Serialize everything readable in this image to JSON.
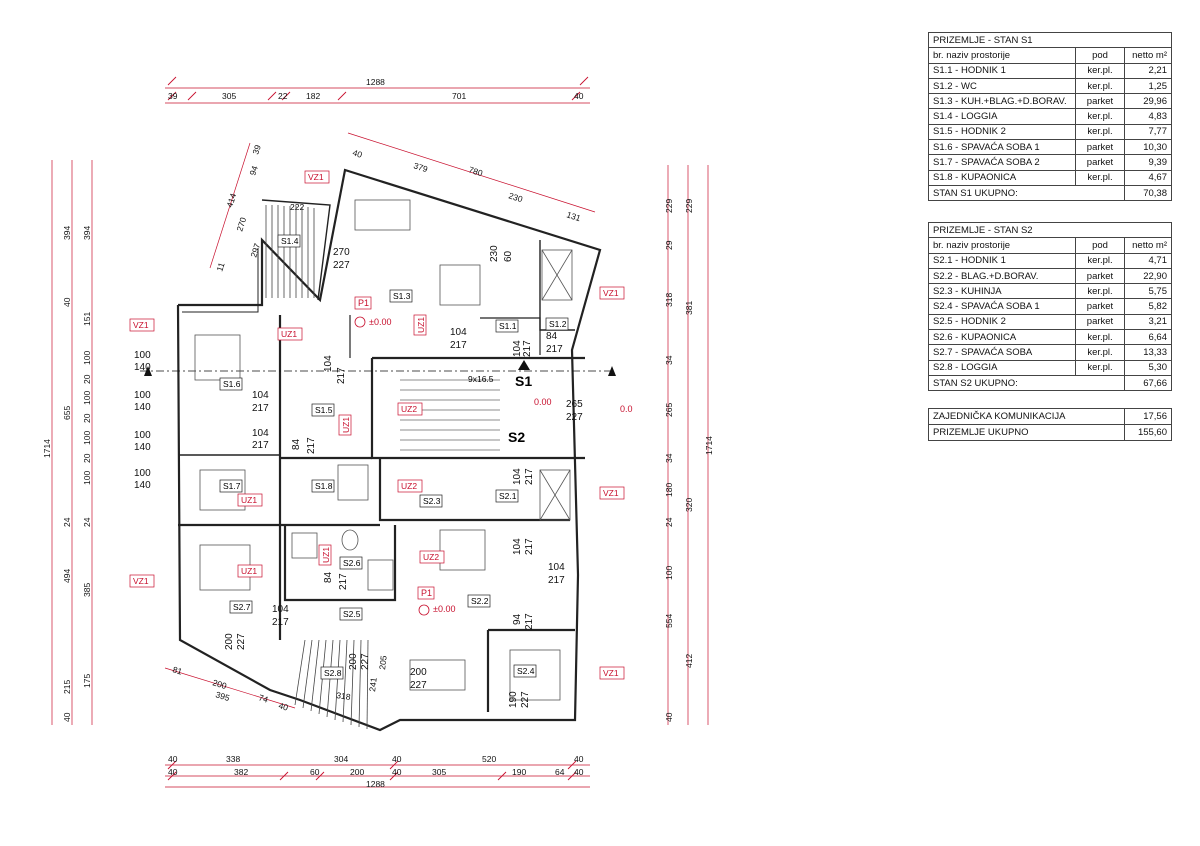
{
  "s1": {
    "title": "PRIZEMLJE - STAN S1",
    "headers": [
      "br.  naziv prostorije",
      "pod",
      "netto m²"
    ],
    "rows": [
      [
        "S1.1 - HODNIK 1",
        "ker.pl.",
        "2,21"
      ],
      [
        "S1.2 - WC",
        "ker.pl.",
        "1,25"
      ],
      [
        "S1.3 - KUH.+BLAG.+D.BORAV.",
        "parket",
        "29,96"
      ],
      [
        "S1.4 - LOGGIA",
        "ker.pl.",
        "4,83"
      ],
      [
        "S1.5 - HODNIK 2",
        "ker.pl.",
        "7,77"
      ],
      [
        "S1.6 - SPAVAĆA SOBA 1",
        "parket",
        "10,30"
      ],
      [
        "S1.7 - SPAVAĆA SOBA 2",
        "parket",
        "9,39"
      ],
      [
        "S1.8 - KUPAONICA",
        "ker.pl.",
        "4,67"
      ]
    ],
    "total_label": "STAN S1  UKUPNO:",
    "total_value": "70,38"
  },
  "s2": {
    "title": "PRIZEMLJE - STAN S2",
    "headers": [
      "br.  naziv prostorije",
      "pod",
      "netto m²"
    ],
    "rows": [
      [
        "S2.1 - HODNIK 1",
        "ker.pl.",
        "4,71"
      ],
      [
        "S2.2 - BLAG.+D.BORAV.",
        "parket",
        "22,90"
      ],
      [
        "S2.3 - KUHINJA",
        "ker.pl.",
        "5,75"
      ],
      [
        "S2.4 - SPAVAĆA SOBA 1",
        "parket",
        "5,82"
      ],
      [
        "S2.5 - HODNIK 2",
        "parket",
        "3,21"
      ],
      [
        "S2.6 - KUPAONICA",
        "ker.pl.",
        "6,64"
      ],
      [
        "S2.7 - SPAVAĆA SOBA",
        "ker.pl.",
        "13,33"
      ],
      [
        "S2.8 - LOGGIA",
        "ker.pl.",
        "5,30"
      ]
    ],
    "total_label": "STAN S2  UKUPNO:",
    "total_value": "67,66"
  },
  "totals": {
    "communal_label": "ZAJEDNIČKA KOMUNIKACIJA",
    "communal_value": "17,56",
    "floor_label": "PRIZEMLJE  UKUPNO",
    "floor_value": "155,60"
  },
  "plan": {
    "apartments": {
      "s1": "S1",
      "s2": "S2"
    },
    "rooms": {
      "s1_1": "S1.1",
      "s1_2": "S1.2",
      "s1_3": "S1.3",
      "s1_4": "S1.4",
      "s1_5": "S1.5",
      "s1_6": "S1.6",
      "s1_7": "S1.7",
      "s1_8": "S1.8",
      "s2_1": "S2.1",
      "s2_2": "S2.2",
      "s2_3": "S2.3",
      "s2_4": "S2.4",
      "s2_5": "S2.5",
      "s2_6": "S2.6",
      "s2_7": "S2.7",
      "s2_8": "S2.8"
    },
    "stair": "9x16.5",
    "level_markers": {
      "p1_label": "P1",
      "level": "±0.00",
      "level_s2": "±0.00",
      "level_entry": "0.00",
      "level_right": "0.0"
    },
    "window_tags": {
      "vz1": "VZ1",
      "uz1": "UZ1",
      "uz2": "UZ2"
    },
    "top_dims": {
      "overall": "1288",
      "a": "39",
      "b": "305",
      "c": "22",
      "d": "182",
      "e": "701",
      "f": "40"
    },
    "bottom_dims_1": {
      "a": "40",
      "b": "338",
      "c": "304",
      "d": "40",
      "e": "520",
      "f": "40"
    },
    "bottom_dims_2": {
      "a": "40",
      "b": "382",
      "c": "60",
      "d": "200",
      "e": "40",
      "f": "305",
      "g": "190",
      "h": "64",
      "i": "40"
    },
    "bottom_overall": "1288",
    "left_dims_outer": {
      "overall": "1714"
    },
    "left_dims_a": {
      "a": "394",
      "b": "40",
      "c": "655",
      "d": "24",
      "e": "494",
      "f": "215",
      "g": "40"
    },
    "left_dims_b": {
      "a": "394",
      "b": "151",
      "c": "100",
      "d": "20",
      "e": "100",
      "f": "20",
      "g": "100",
      "h": "20",
      "i": "100",
      "j": "24",
      "k": "385",
      "l": "175"
    },
    "right_dims_a": {
      "a": "229",
      "b": "29",
      "c": "318",
      "d": "34",
      "e": "265",
      "f": "34",
      "g": "180",
      "h": "24",
      "i": "100",
      "j": "554",
      "k": "40"
    },
    "right_dims_b": {
      "a": "229",
      "b": "381",
      "c": "320",
      "d": "412",
      "e": "1714"
    },
    "diag_dims": {
      "a": "40",
      "b": "379",
      "c": "780",
      "d": "230",
      "e": "131",
      "f": "39",
      "g": "94",
      "h": "414",
      "i": "270",
      "j": "297",
      "k": "11",
      "l": "222",
      "m": "74",
      "n": "81",
      "o": "200",
      "p": "395",
      "q": "40",
      "r": "318",
      "s": "241",
      "t": "205"
    },
    "opening_100": "100",
    "opening_140": "140",
    "door_104": "104",
    "door_217": "217",
    "door_84": "84",
    "door_265": "265",
    "door_227": "227",
    "door_94": "94",
    "door_200": "200",
    "door_190": "190",
    "door_270": "270",
    "door_230": "230",
    "door_60": "60"
  }
}
